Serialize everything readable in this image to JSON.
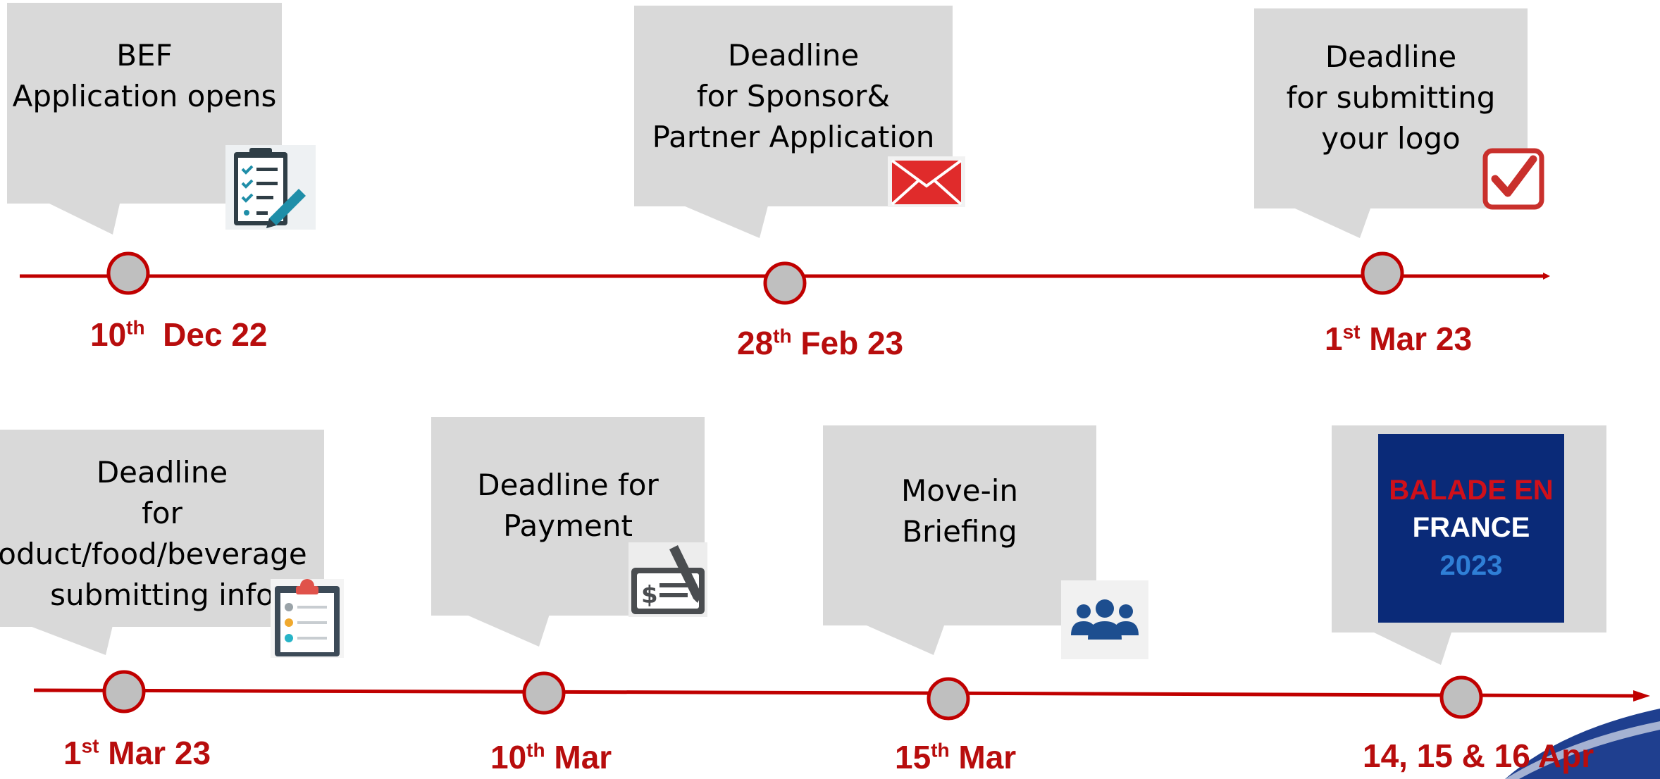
{
  "row1": [
    {
      "lines": [
        "BEF",
        "Application opens"
      ],
      "date_num": "10",
      "date_suffix": "th",
      "date_rest": "  Dec 22",
      "icon": "clipboard-checklist-icon"
    },
    {
      "lines": [
        "Deadline",
        "for Sponsor&",
        "Partner Application"
      ],
      "date_num": "28",
      "date_suffix": "th",
      "date_rest": " Feb 23",
      "icon": "envelope-icon"
    },
    {
      "lines": [
        "Deadline",
        "for submitting",
        "your logo"
      ],
      "date_num": "1",
      "date_suffix": "st",
      "date_rest": " Mar 23",
      "icon": "checkbox-icon"
    }
  ],
  "row2": [
    {
      "lines": [
        "Deadline",
        "for",
        "product/food/beverage",
        "submitting info"
      ],
      "date_num": "1",
      "date_suffix": "st",
      "date_rest": " Mar 23",
      "icon": "clipboard-list-icon"
    },
    {
      "lines": [
        "Deadline for",
        "Payment"
      ],
      "date_num": "10",
      "date_suffix": "th",
      "date_rest": " Mar",
      "icon": "check-payment-icon"
    },
    {
      "lines": [
        "Move-in",
        "Briefing"
      ],
      "date_num": "15",
      "date_suffix": "th",
      "date_rest": " Mar",
      "icon": "team-icon"
    },
    {
      "date_text": "14, 15 & 16 Apr",
      "icon": "event-poster"
    }
  ],
  "poster": {
    "line1": "BALADE EN",
    "line2": "FRANCE",
    "line3": "2023"
  },
  "colors": {
    "timeline_red": "#c00000",
    "date_red": "#b80d0d",
    "box_gray": "#d9d9d9",
    "marker_fill": "#bfbfbf",
    "poster_blue": "#0a2a78",
    "poster_year": "#2f7fd6"
  }
}
